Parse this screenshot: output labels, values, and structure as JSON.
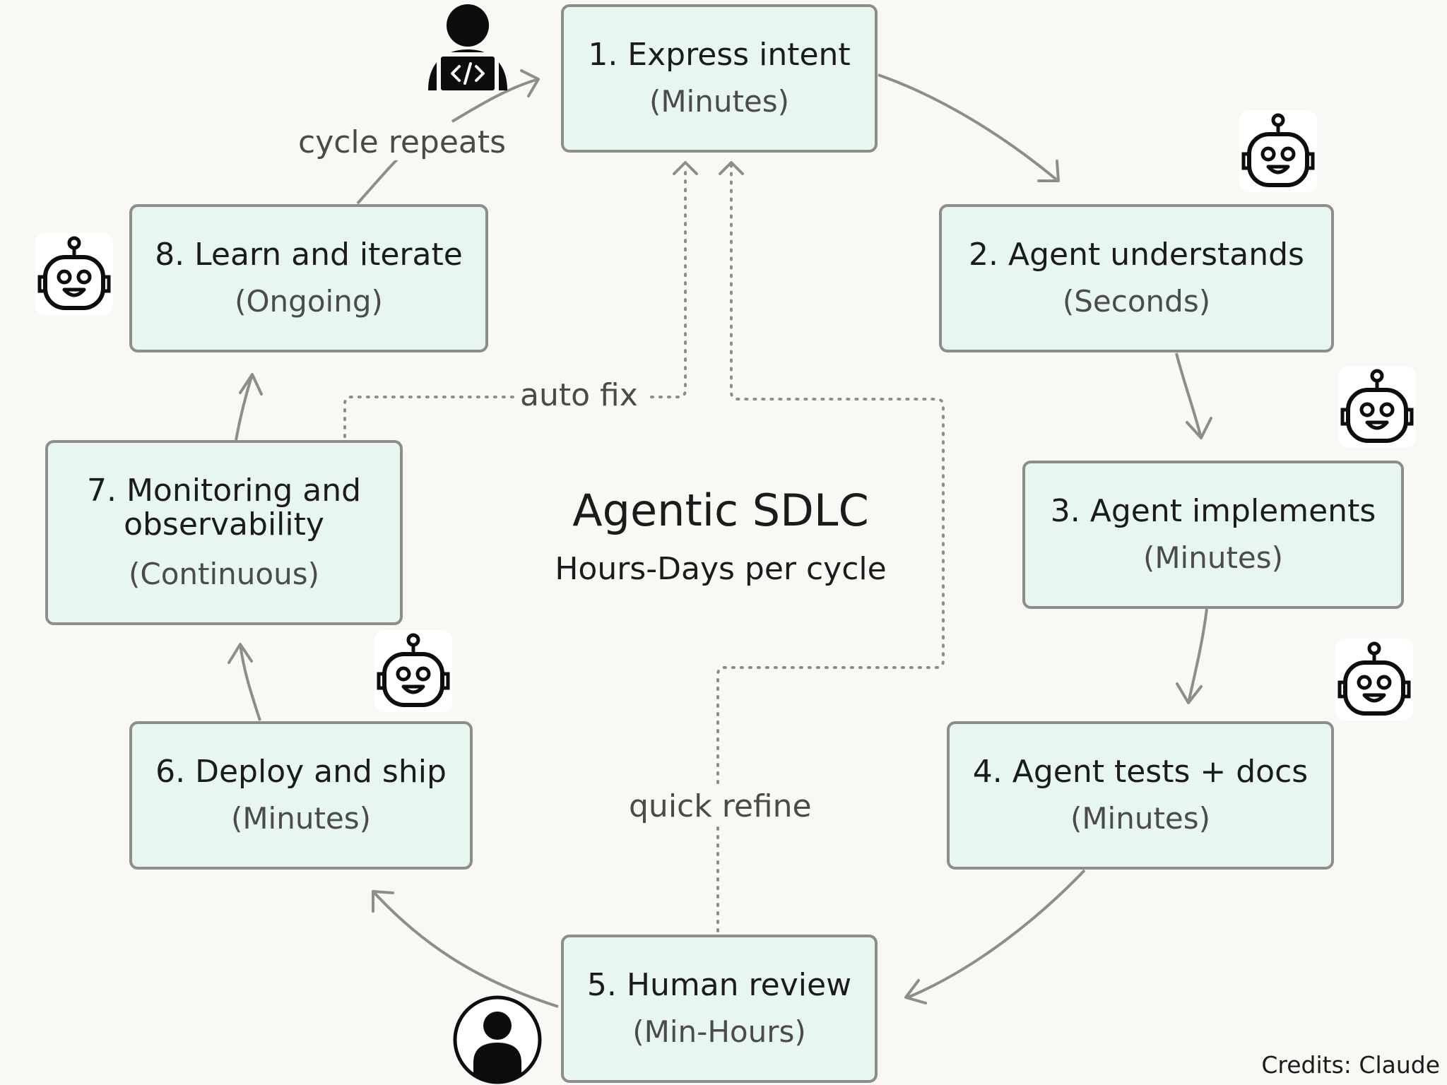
{
  "diagram": {
    "title": "Agentic SDLC",
    "subtitle": "Hours-Days per cycle",
    "credits": "Credits: Claude",
    "stages": [
      {
        "title": "1. Express intent",
        "duration": "(Minutes)",
        "actor": "human-developer-icon"
      },
      {
        "title": "2. Agent understands",
        "duration": "(Seconds)",
        "actor": "robot-icon"
      },
      {
        "title": "3. Agent implements",
        "duration": "(Minutes)",
        "actor": "robot-icon"
      },
      {
        "title": "4. Agent tests + docs",
        "duration": "(Minutes)",
        "actor": "robot-icon"
      },
      {
        "title": "5. Human review",
        "duration": "(Min-Hours)",
        "actor": "person-icon"
      },
      {
        "title": "6. Deploy and ship",
        "duration": "(Minutes)",
        "actor": "robot-icon"
      },
      {
        "title": "7. Monitoring and observability",
        "duration": "(Continuous)",
        "actor": "none"
      },
      {
        "title": "8. Learn and iterate",
        "duration": "(Ongoing)",
        "actor": "robot-icon"
      }
    ],
    "connectors": {
      "cycle_repeats": "cycle repeats",
      "auto_fix": "auto fix",
      "quick_refine": "quick refine"
    },
    "colors": {
      "box_fill": "#e8f6f1",
      "box_border": "#8e8e89",
      "arrow": "#8e8e89",
      "background": "#f9f8f4"
    }
  }
}
